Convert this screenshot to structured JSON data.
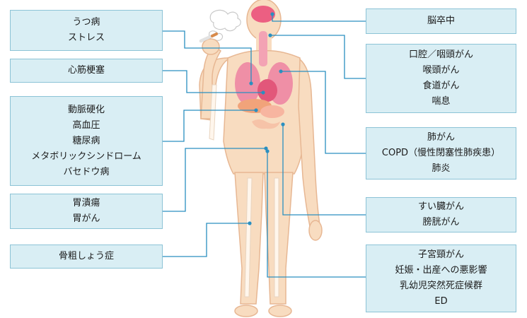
{
  "left_boxes": [
    {
      "id": "mental",
      "lines": [
        "うつ病",
        "ストレス"
      ]
    },
    {
      "id": "heart",
      "lines": [
        "心筋梗塞"
      ]
    },
    {
      "id": "vascular",
      "lines": [
        "動脈硬化",
        "高血圧",
        "糖尿病",
        "メタボリックシンドローム",
        "バセドウ病"
      ]
    },
    {
      "id": "stomach",
      "lines": [
        "胃潰瘍",
        "胃がん"
      ]
    },
    {
      "id": "bone",
      "lines": [
        "骨粗しょう症"
      ]
    }
  ],
  "right_boxes": [
    {
      "id": "brain",
      "lines": [
        "脳卒中"
      ]
    },
    {
      "id": "throat",
      "lines": [
        "口腔／咽頭がん",
        "喉頭がん",
        "食道がん",
        "喘息"
      ]
    },
    {
      "id": "lung",
      "lines": [
        "肺がん",
        "COPD（慢性閉塞性肺疾患）",
        "肺炎"
      ]
    },
    {
      "id": "pancreas",
      "lines": [
        "すい臓がん",
        "膀胱がん"
      ]
    },
    {
      "id": "reproductive",
      "lines": [
        "子宮頸がん",
        "妊娠・出産への悪影響",
        "乳幼児突然死症候群",
        "ED"
      ]
    }
  ],
  "colors": {
    "box_fill": "#d9eef4",
    "box_border": "#8cc3d6",
    "connector": "#2a8fc0",
    "skin": "#f8dcc0",
    "skin_outline": "#e7b793",
    "organ": "#ef8fa6",
    "brain": "#ec5f82"
  }
}
